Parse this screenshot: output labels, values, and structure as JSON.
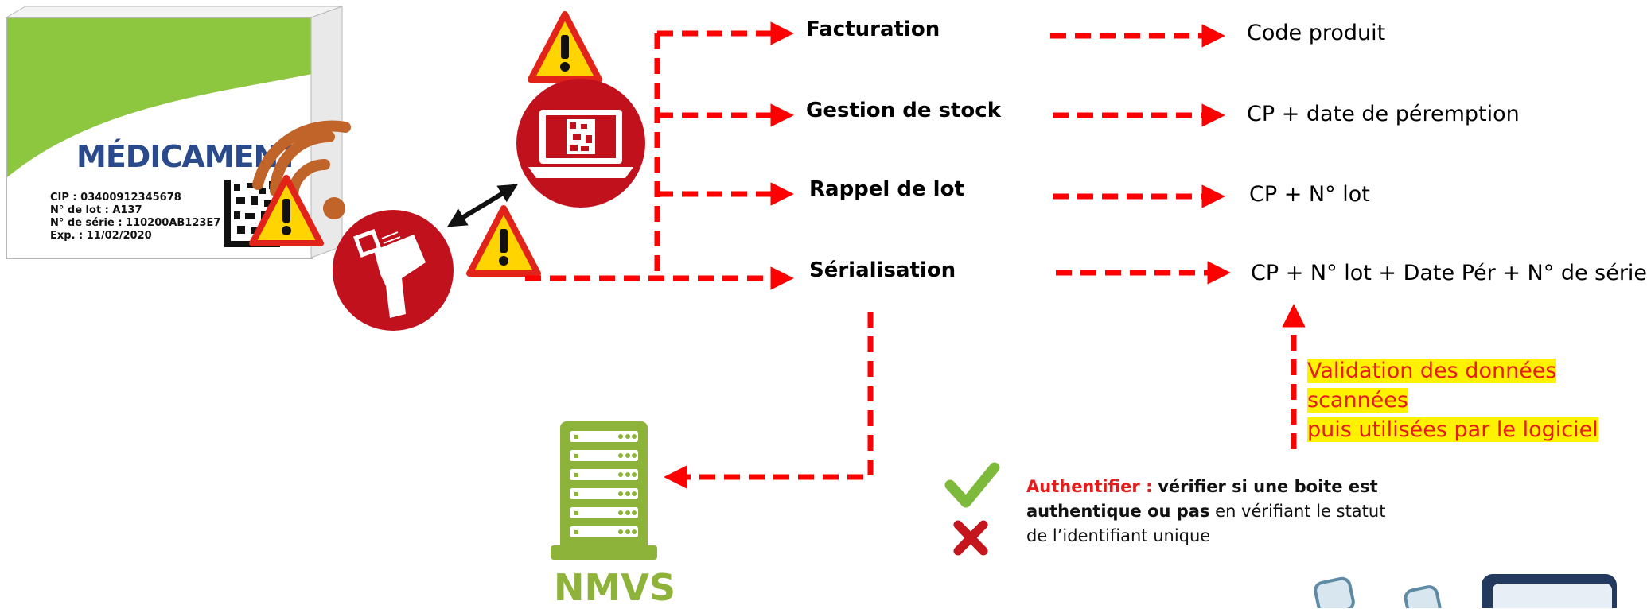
{
  "product_box": {
    "title": "MÉDICAMENT",
    "lines": [
      "CIP : 03400912345678",
      "N° de lot : A137",
      "N° de série : 110200AB123E7",
      "Exp. : 11/02/2020"
    ]
  },
  "software_uses": [
    {
      "label": "Facturation",
      "data": "Code produit"
    },
    {
      "label": "Gestion de stock",
      "data": "CP + date de péremption"
    },
    {
      "label": "Rappel de lot",
      "data": "CP + N° lot"
    },
    {
      "label": "Sérialisation",
      "data": "CP + N° lot + Date Pér + N° de série"
    }
  ],
  "server_label": "NMVS",
  "validation_note": {
    "line1": "Validation des données scannées",
    "line2": "puis utilisées par le logiciel"
  },
  "authenticate": {
    "term": "Authentifier :",
    "bold_text": "vérifier si une boite est authentique ou pas",
    "rest_text": "en vérifiant le statut de l’identifiant unique"
  },
  "colors": {
    "arrow_red": "#ff0000",
    "circle_red": "#c0111c",
    "green": "#8db33a",
    "check_green": "#7dba3b",
    "cross_red": "#c4161c",
    "wifi_brown": "#c0642a",
    "warning_yellow": "#ffd400",
    "box_green": "#8dc63f",
    "box_blue": "#2b4a8b",
    "highlight_yellow": "#fff200"
  },
  "icons": [
    "medicine-box",
    "wifi-icon",
    "warning-icon",
    "barcode-scanner-icon",
    "laptop-icon",
    "double-arrow-icon",
    "server-icon",
    "check-icon",
    "cross-icon",
    "datamatrix-icon"
  ]
}
